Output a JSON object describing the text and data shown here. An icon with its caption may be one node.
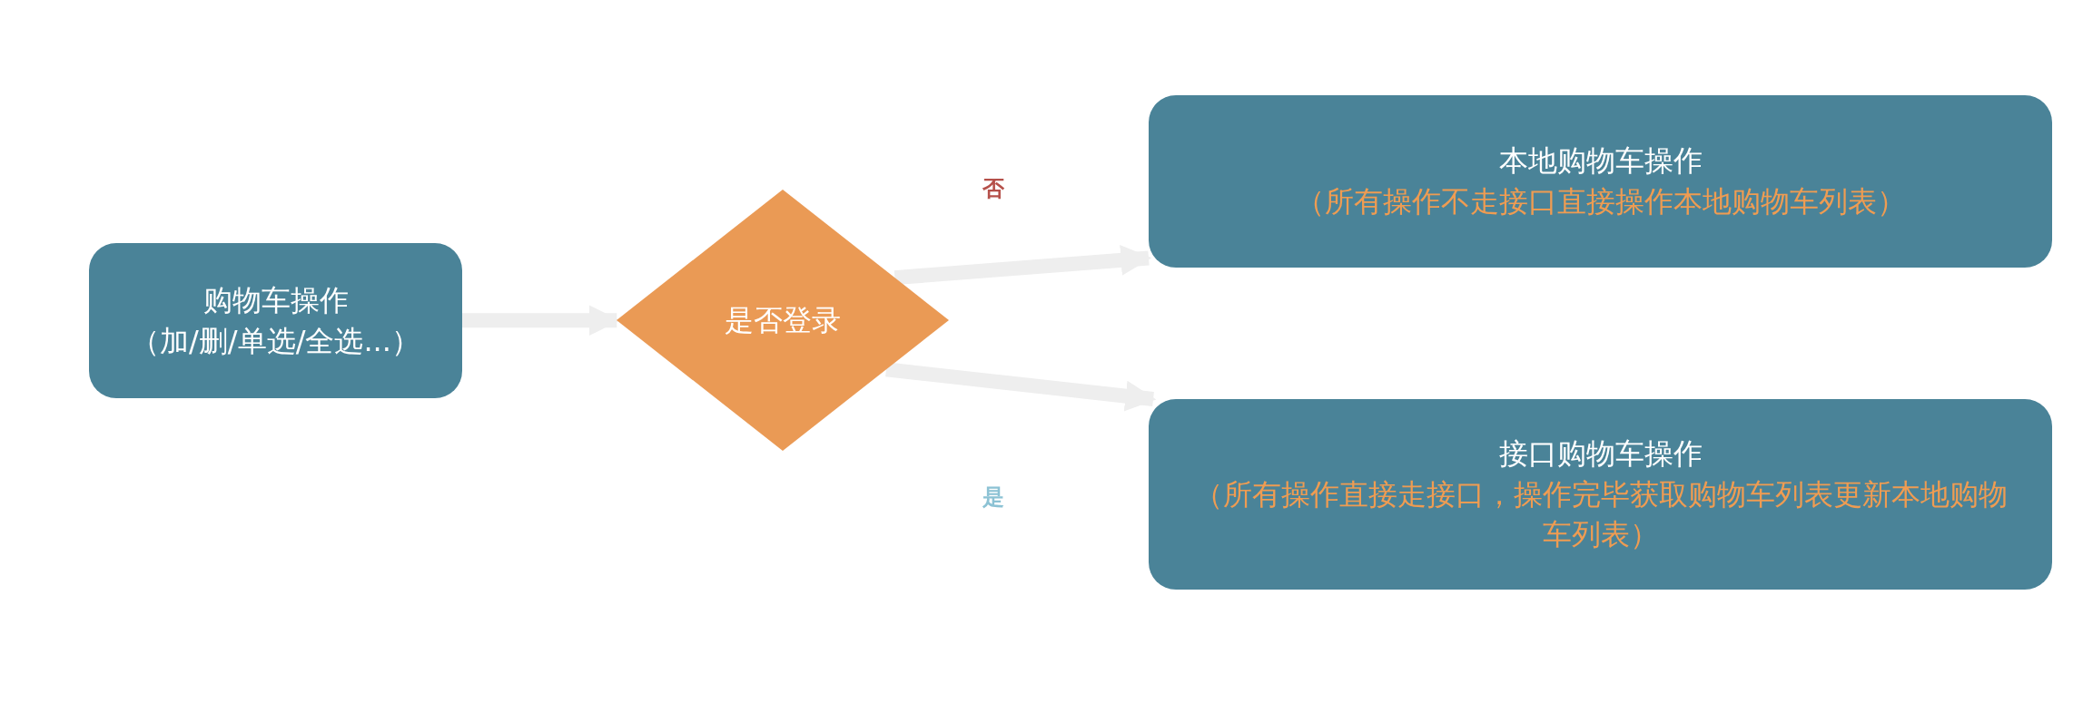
{
  "diagram": {
    "nodes": [
      {
        "text": [
          "购物车操作",
          "（加/删/单选/全选...）"
        ]
      },
      {
        "text": [
          "是否登录"
        ]
      },
      {
        "text": [
          "本地购物车操作",
          "（所有操作不走接口直接操作本地购物车列表）"
        ]
      },
      {
        "text": [
          "接口购物车操作",
          "（所有操作直接走接口，操作完毕获取购物车列表更新本地购物车列表）"
        ]
      }
    ],
    "edges": [
      {
        "from": 0,
        "to": 1,
        "arrow": "to"
      },
      {
        "from": 1,
        "to": 2,
        "arrow": "to",
        "label": "否"
      },
      {
        "from": 1,
        "to": 3,
        "arrow": "to",
        "label": "是"
      }
    ]
  }
}
